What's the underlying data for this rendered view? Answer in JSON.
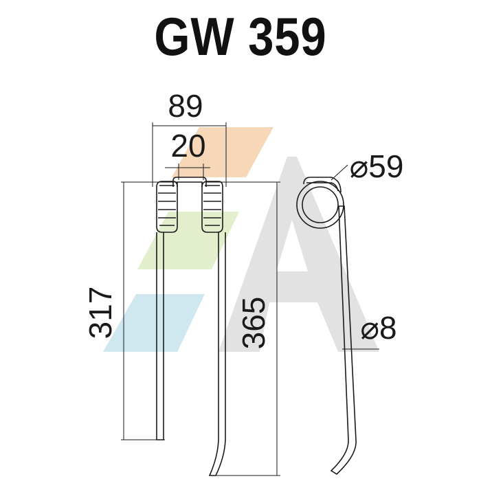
{
  "title": "GW 359",
  "dimensions": {
    "overall_width": "89",
    "inner_width": "20",
    "coil_diameter": "⌀59",
    "left_leg_length": "317",
    "right_leg_length": "365",
    "wire_diameter": "⌀8"
  },
  "colors": {
    "line": "#1a1a1a",
    "watermark_orange": "#f6d7b8",
    "watermark_green": "#e3eecd",
    "watermark_blue": "#cfe8f0",
    "watermark_gray": "#e2e2e2"
  }
}
